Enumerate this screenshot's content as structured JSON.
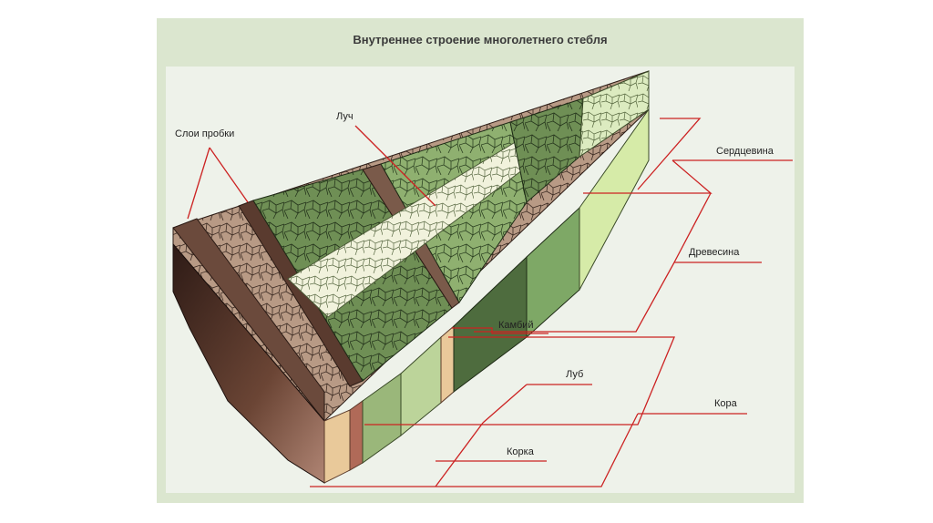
{
  "title": "Внутреннее строение многолетнего стебля",
  "labels": {
    "cork_layers": "Слои пробки",
    "ray": "Луч",
    "pith": "Сердцевина",
    "wood": "Древесина",
    "cambium": "Камбий",
    "phloem": "Луб",
    "bark": "Кора",
    "crust": "Корка"
  },
  "colors": {
    "panel": "#dbe6cf",
    "inner": "#eef2ea",
    "leader_line": "#cc2222",
    "outer_bark": "#5a3a30",
    "cork_tissue": "#b89a85",
    "phloem_band": "#e9c99a",
    "cambium_band": "#9ab77a",
    "wood_dark": "#5c7a48",
    "wood_light": "#86a866",
    "ray_tissue": "#f1f2dc",
    "pith": "#d9ecb6"
  }
}
